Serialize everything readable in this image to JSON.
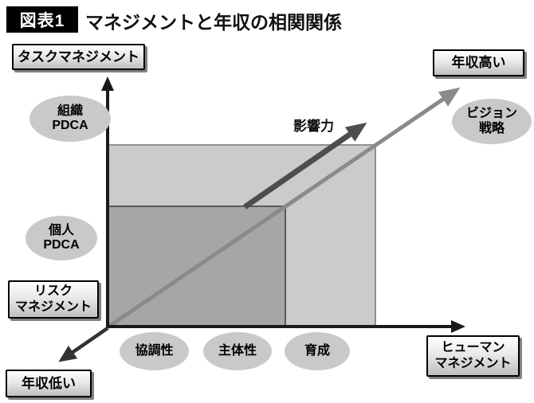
{
  "header": {
    "badge": "図表1",
    "title": "マネジメントと年収の相関関係"
  },
  "boxes": {
    "task_management": {
      "label": "タスクマネジメント"
    },
    "income_high": {
      "label": "年収高い"
    },
    "risk_management": {
      "line1": "リスク",
      "line2": "マネジメント"
    },
    "income_low": {
      "label": "年収低い"
    },
    "human_management": {
      "line1": "ヒューマン",
      "line2": "マネジメント"
    }
  },
  "ellipses": {
    "org_pdca": {
      "line1": "組織",
      "line2": "PDCA"
    },
    "personal_pdca": {
      "line1": "個人",
      "line2": "PDCA"
    },
    "vision_strategy": {
      "line1": "ビジョン",
      "line2": "戦略"
    },
    "cooperation": {
      "label": "協調性"
    },
    "independence": {
      "label": "主体性"
    },
    "development": {
      "label": "育成"
    }
  },
  "arrows": {
    "influence_label": "影響力"
  },
  "colors": {
    "outer_rect_fill": "#cbcbcb",
    "outer_rect_stroke": "#8f8f8f",
    "inner_rect_fill": "#a6a6a6",
    "inner_rect_stroke": "#5a5a5a",
    "axis": "#1a1a1a",
    "down_arrow": "#333333",
    "correlation_arrow": "#8a8a8a",
    "influence_arrow": "#4d4d4d",
    "ellipse_fill": "#c9c9c9",
    "badge_bg": "#000000"
  }
}
